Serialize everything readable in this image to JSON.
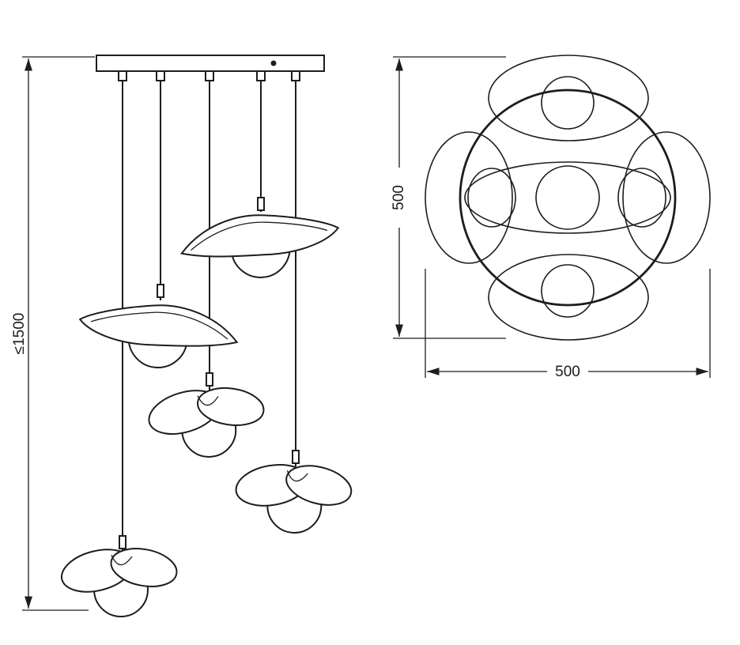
{
  "diagram": {
    "side_view": {
      "height_dimension": "≤1500"
    },
    "top_view": {
      "diameter_dimension_vertical": "500",
      "diameter_dimension_horizontal": "500"
    },
    "colors": {
      "line": "#1d1d1d",
      "background": "#ffffff"
    }
  }
}
